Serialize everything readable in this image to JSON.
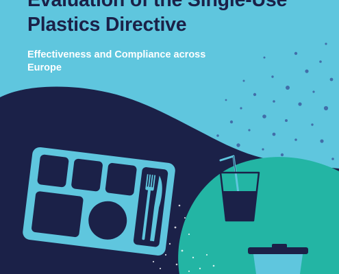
{
  "cover": {
    "title_line_1": "Evaluation of the Single-Use",
    "title_line_2": "Plastics Directive",
    "subtitle_line_1": "Effectiveness and Compliance across",
    "subtitle_line_2": "Europe"
  },
  "colors": {
    "background": "#5fc6de",
    "navy": "#1b2148",
    "teal": "#23b5a4",
    "light": "#5fc6de",
    "white": "#ffffff"
  },
  "icons": [
    "meal-tray-icon",
    "fork-icon",
    "knife-icon",
    "glass-with-straw-icon",
    "food-container-icon"
  ]
}
